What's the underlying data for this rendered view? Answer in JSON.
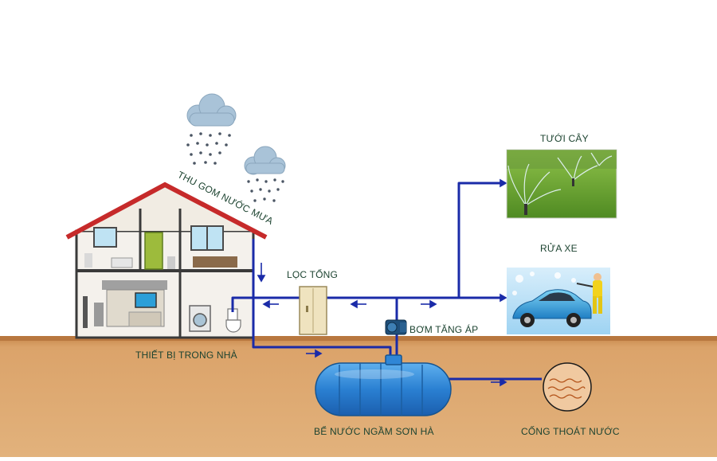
{
  "labels": {
    "rain_collection": "THU GOM NƯỚC MƯA",
    "main_filter": "LỌC TỔNG",
    "watering": "TƯỚI CÂY",
    "car_wash": "RỬA XE",
    "booster_pump": "BƠM TĂNG ÁP",
    "indoor_devices": "THIẾT BỊ TRONG NHÀ",
    "underground_tank": "BỂ NƯỚC NGẦM SƠN HÀ",
    "drainage": "CỐNG THOÁT NƯỚC"
  },
  "icons": [
    "rain-cloud-icon",
    "house-icon",
    "filter-cabinet-icon",
    "pump-icon",
    "tank-icon",
    "sprinkler-icon",
    "car-wash-icon",
    "drain-icon"
  ],
  "colors": {
    "pipe": "#1a2ba8",
    "ground": "#d49a5e",
    "roof": "#c62a2a",
    "tank": "#2f86d6",
    "label": "#1c4330"
  }
}
